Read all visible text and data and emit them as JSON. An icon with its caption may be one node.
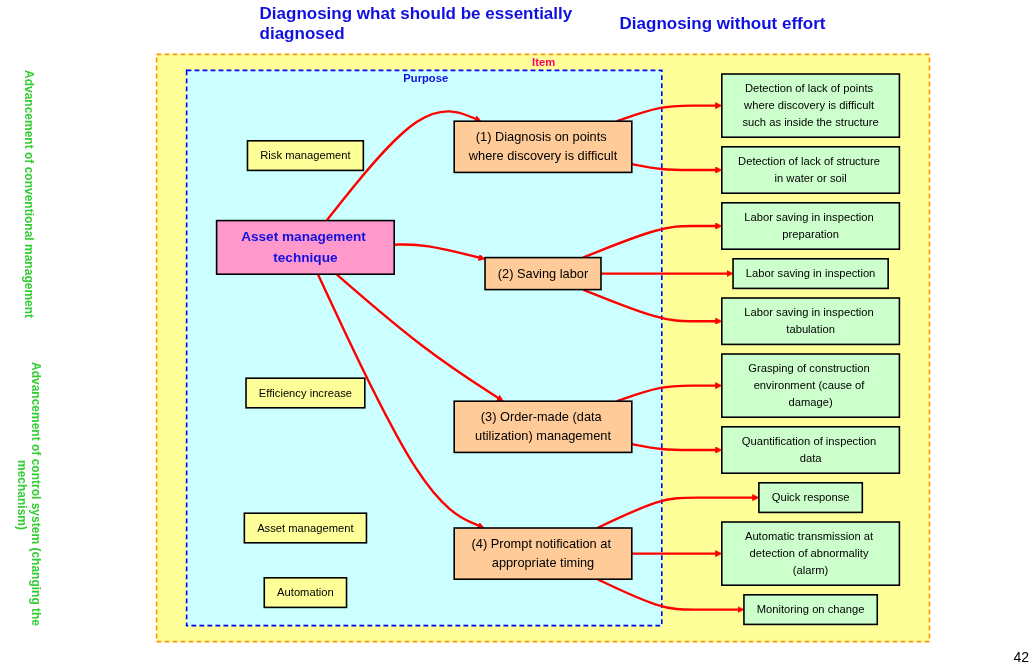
{
  "diagram": {
    "nodes": [
      {
        "text": [
          "Item"
        ]
      },
      {
        "text": [
          "Purpose"
        ],
        "in": 0
      },
      {
        "text": [
          "Asset management technique"
        ],
        "in": 1
      },
      {
        "text": [
          "(1) Diagnosis on points where discovery is difficult"
        ],
        "in": 1
      },
      {
        "text": [
          "(2) Saving labor"
        ],
        "in": 1
      },
      {
        "text": [
          "(3) Order-made (data utilization) management"
        ],
        "in": 1
      },
      {
        "text": [
          "(4) Prompt notification at appropriate timing"
        ],
        "in": 1
      },
      {
        "text": [
          "Risk management"
        ],
        "in": 1
      },
      {
        "text": [
          "Efficiency increase"
        ],
        "in": 1
      },
      {
        "text": [
          "Asset management"
        ],
        "in": 1
      },
      {
        "text": [
          "Automation"
        ],
        "in": 1
      },
      {
        "text": [
          "Detection of lack of points where discovery is difficult such as inside the structure"
        ],
        "in": 0
      },
      {
        "text": [
          "Detection of lack of structure in water or soil"
        ],
        "in": 0
      },
      {
        "text": [
          "Grasping of construction environment (cause of damage)"
        ],
        "in": 0
      },
      {
        "text": [
          "Quantification of inspection data"
        ],
        "in": 0
      },
      {
        "text": [
          "Labor saving in inspection preparation"
        ],
        "in": 0
      },
      {
        "text": [
          "Labor saving in inspection"
        ],
        "in": 0
      },
      {
        "text": [
          "Labor saving in inspection tabulation"
        ],
        "in": 0
      },
      {
        "text": [
          "Quick response"
        ],
        "in": 0
      },
      {
        "text": [
          "Automatic transmission at detection of abnormality (alarm)"
        ],
        "in": 0
      },
      {
        "text": [
          "Monitoring on change"
        ],
        "in": 0
      }
    ],
    "edges": [
      {
        "from": 2,
        "to": 3,
        "arrow": "to"
      },
      {
        "from": 2,
        "to": 4,
        "arrow": "to"
      },
      {
        "from": 2,
        "to": 5,
        "arrow": "to"
      },
      {
        "from": 2,
        "to": 6,
        "arrow": "to"
      },
      {
        "from": 3,
        "to": 11,
        "arrow": "to"
      },
      {
        "from": 3,
        "to": 12,
        "arrow": "to"
      },
      {
        "from": 4,
        "to": 15,
        "arrow": "to"
      },
      {
        "from": 4,
        "to": 16,
        "arrow": "to"
      },
      {
        "from": 4,
        "to": 17,
        "arrow": "to"
      },
      {
        "from": 5,
        "to": 13,
        "arrow": "to"
      },
      {
        "from": 5,
        "to": 14,
        "arrow": "to"
      },
      {
        "from": 6,
        "to": 18,
        "arrow": "to"
      },
      {
        "from": 6,
        "to": 19,
        "arrow": "to"
      },
      {
        "from": 6,
        "to": 20,
        "arrow": "to"
      }
    ],
    "labels": [
      "Diagnosing what should be essentially diagnosed",
      "Diagnosing without effort",
      "Advancement of conventional management",
      "Advancement of control system (changing the mechanism)",
      "42"
    ]
  }
}
